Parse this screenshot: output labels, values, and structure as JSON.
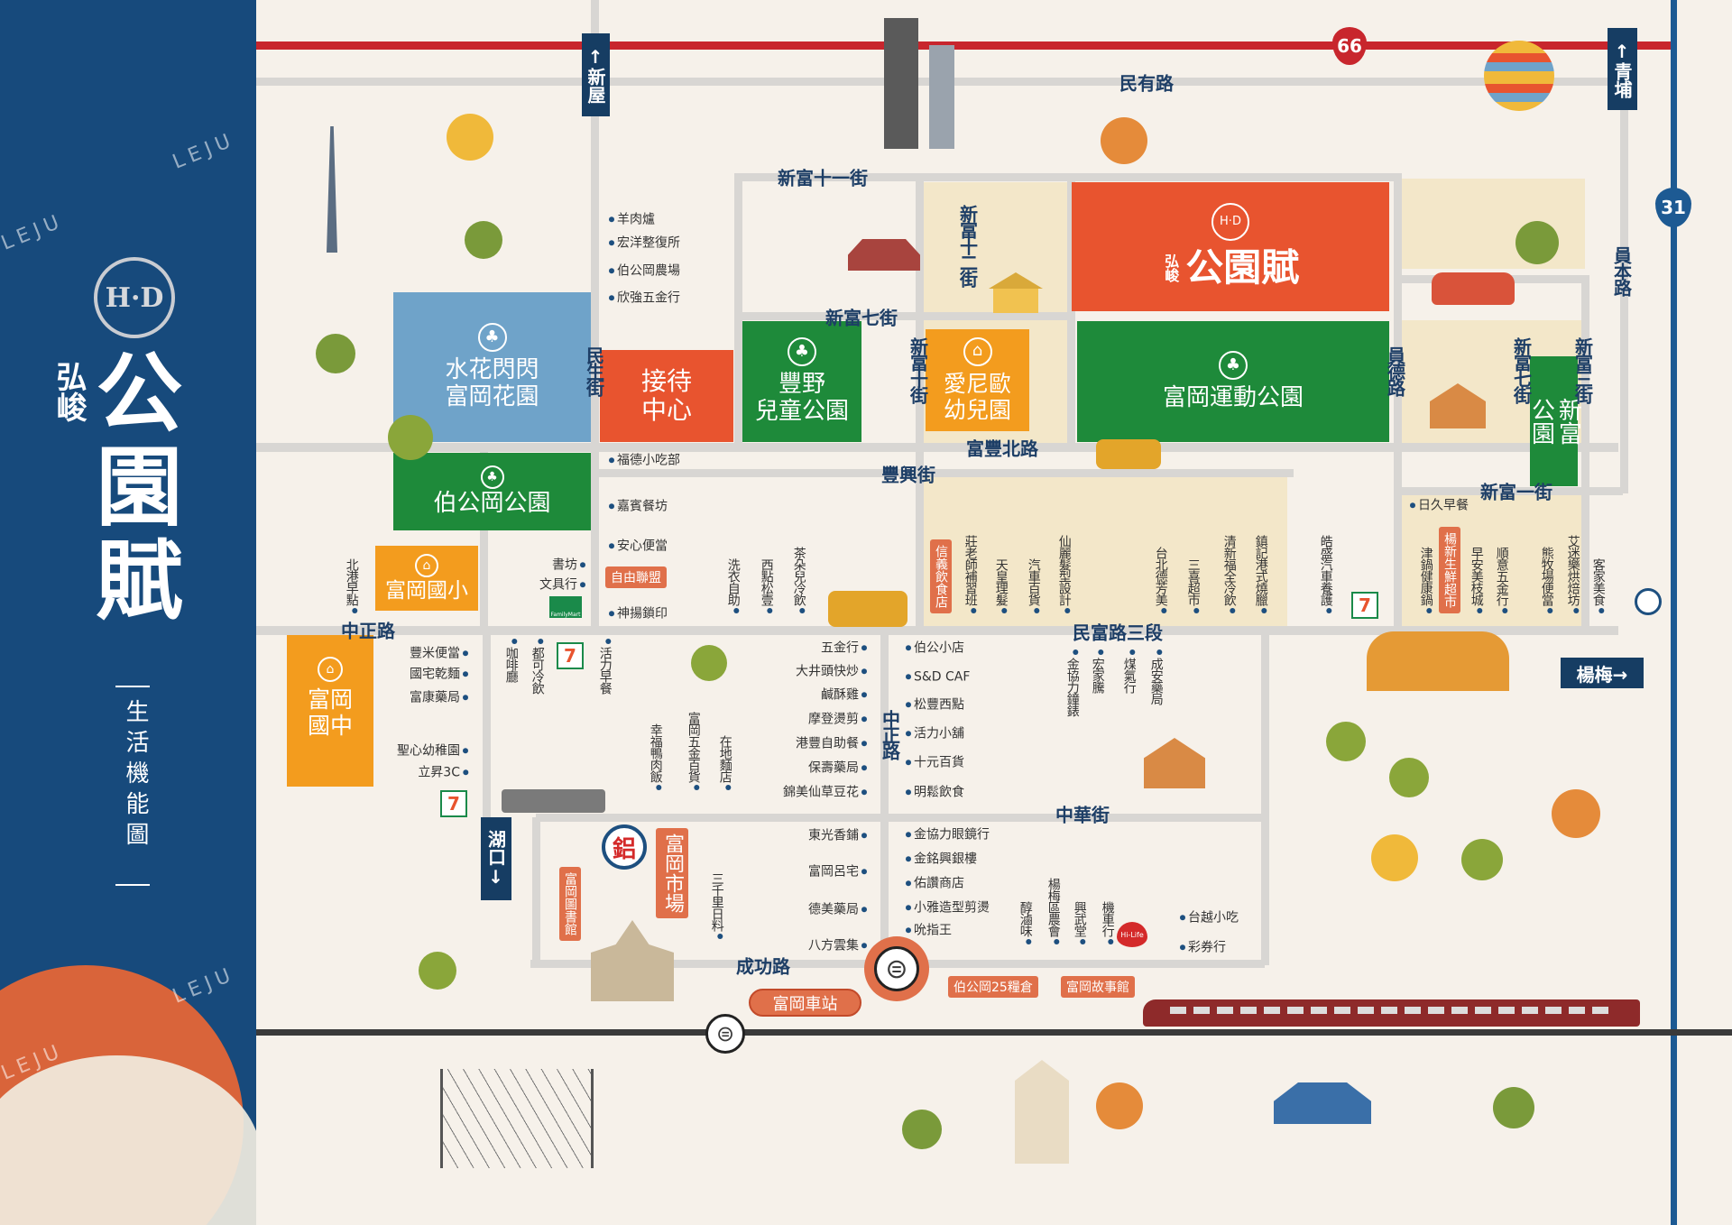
{
  "sidebar": {
    "logo": "H·D",
    "brand_small": "弘峻",
    "title": "公園賦",
    "subtitle": "生活機能圖"
  },
  "watermark": "LEJU",
  "route_shields": {
    "r66": "66",
    "r31": "31"
  },
  "directions": {
    "xinwu": "↑新屋",
    "qingpu": "↑青埔",
    "hukou": "湖口↓",
    "yangmei": "楊梅→"
  },
  "streets": {
    "minyou": "民有路",
    "xinfu11": "新富十一街",
    "xinfu12": "新富十二街",
    "xinfu7a": "新富七街",
    "xinfu10": "新富十街",
    "minsheng": "民生街",
    "fufengbei": "富豐北路",
    "fengxing": "豐興街",
    "yuande": "員德路",
    "xinfu7b": "新富七街",
    "xinfu3": "新富三街",
    "xinfu1": "新富一街",
    "yuanben": "員本路",
    "zhongzheng_h": "中正路",
    "minfu3": "民富路三段",
    "zhongzheng_v": "中正路",
    "zhonghua": "中華街",
    "chenggong": "成功路"
  },
  "parks": {
    "shuihua": "水花閃閃\n富岡花園",
    "reception": "接待\n中心",
    "fengye": "豐野\n兒童公園",
    "aineou": "愛尼歐\n幼兒園",
    "project_brand": "弘峻",
    "project_title": "公園賦",
    "project_logo": "H·D",
    "sports": "富岡運動公園",
    "xinfu": "新富\n公園",
    "bogonggang": "伯公岡公園",
    "elementary": "富岡國小",
    "junior": "富岡國中"
  },
  "pois": {
    "minsheng_col": [
      "羊肉爐",
      "宏洋整復所",
      "伯公岡農場",
      "欣強五金行",
      "福德小吃部",
      "嘉賓餐坊",
      "安心便當",
      "神揚鎖印"
    ],
    "ziyou": "自由聯盟",
    "bookshop": [
      "書坊",
      "文具行"
    ],
    "familymart": "FamilyMart",
    "beigang": "北港早點",
    "mid_vertical": [
      "洗衣自助",
      "西點松壹",
      "茶朵兒冷飲"
    ],
    "xinyi": "信義飲食店",
    "yellow_vertical": [
      "莊老師補習班",
      "天皇理髮",
      "汽車百貨",
      "仙麗髮型設計",
      "台北德芳美",
      "三喜超市",
      "清新福全冷飲",
      "鎮記港式燒臘",
      "皓盛汽車養護"
    ],
    "rijiu": "日久早餐",
    "east_vertical": [
      "津鍋健康鍋",
      "早安美枝城",
      "順意五金行",
      "熊牧場便當",
      "艾迷樂烘焙坊",
      "客家美食"
    ],
    "yangxin": "楊新生鮮超市",
    "west_list": [
      "豐米便當",
      "國宅乾麵",
      "富康藥局",
      "聖心幼稚園",
      "立昇3C"
    ],
    "south_top_vertical": [
      "咖啡廳",
      "都可冷飲",
      "活力早餐"
    ],
    "south_bottom_vertical": [
      "幸福鴨肉飯",
      "富岡五金百貨",
      "在地麵店"
    ],
    "zz_west": [
      "五金行",
      "大井頭快炒",
      "鹹酥雞",
      "摩登燙剪",
      "港豐自助餐",
      "保壽藥局",
      "錦美仙草豆花"
    ],
    "zz_east": [
      "伯公小店",
      "S&D CAF",
      "松豐西點",
      "活力小舖",
      "十元百貨",
      "明鬆飲食"
    ],
    "minfu_vertical": [
      "金協力鐘錶",
      "宏家騰",
      "煤氣行",
      "成安藥局"
    ],
    "zh_east": [
      "金協力眼鏡行",
      "金銘興銀樓",
      "佑讚商店",
      "小雅造型剪燙",
      "吮指王"
    ],
    "zh_vertical": [
      "醇滷味",
      "楊梅區農會",
      "興武堂",
      "機車行"
    ],
    "far_east": [
      "台越小吃",
      "彩券行"
    ],
    "zh_west": [
      "東光香鋪",
      "富岡呂宅",
      "德美藥局",
      "八方雲集"
    ],
    "sanqianli": "三千里日料",
    "market": "富岡市場",
    "library": "富岡圖書館",
    "granary": "伯公岡25糧倉",
    "story_house": "富岡故事館",
    "hilife": "Hi-Life",
    "seven_eleven": "7"
  },
  "stations": {
    "fugang": "富岡車站",
    "tra_symbol": "⊜",
    "market_logo": "鋁"
  },
  "colors": {
    "navy": "#174a7c",
    "red": "#e8542f",
    "green": "#1e8a3a",
    "orange": "#f39c1e",
    "blue": "#6fa3c9",
    "road": "#d8d6d3"
  }
}
